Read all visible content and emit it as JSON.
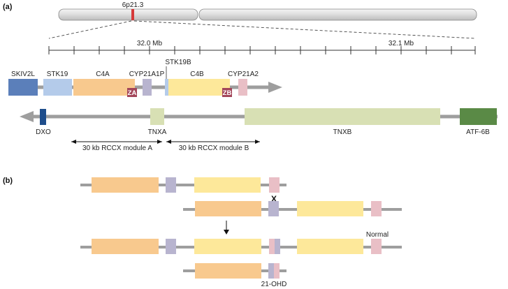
{
  "panel_a": {
    "label": "(a)",
    "band": "6p21.3",
    "scale": {
      "left_label": "32.0 Mb",
      "right_label": "32.1 Mb"
    },
    "genes": {
      "skiv2l": "SKIV2L",
      "stk19": "STK19",
      "c4a": "C4A",
      "cyp21a1p": "CYP21A1P",
      "stk19b": "STK19B",
      "c4b": "C4B",
      "cyp21a2": "CYP21A2",
      "za": "ZA",
      "zb": "ZB",
      "dxo": "DXO",
      "tnxa": "TNXA",
      "tnxb": "TNXB",
      "atf6b": "ATF-6B"
    },
    "modules": {
      "a": "30 kb RCCX module A",
      "b": "30 kb RCCX module B"
    }
  },
  "panel_b": {
    "label": "(b)",
    "crossover": "X",
    "normal": "Normal",
    "ohd": "21-OHD"
  },
  "colors": {
    "skiv2l": "#5b7fba",
    "stk19": "#b4cbea",
    "c4": "#f8c98e",
    "cyp21a1p": "#b8b4cf",
    "c4b": "#fde89a",
    "cyp21a2": "#e9bfc6",
    "tnx": "#d8e0b4",
    "dxo": "#1f4e8c",
    "atf6b": "#5a8a46",
    "line": "#9e9e9e",
    "za_zb": "#a3465a"
  }
}
